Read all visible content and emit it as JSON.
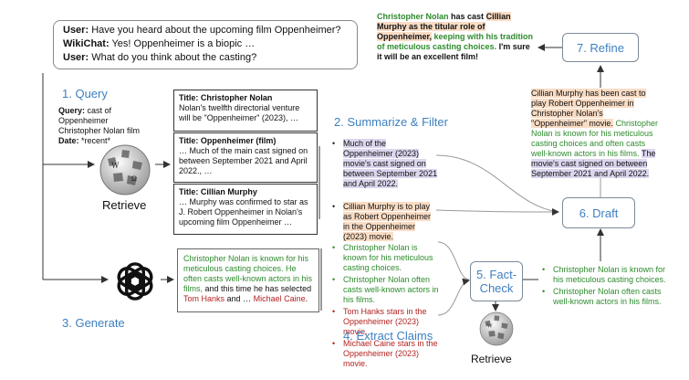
{
  "dialogue": [
    {
      "speaker": "User:",
      "text": "Have you heard about the upcoming film Oppenheimer?"
    },
    {
      "speaker": "WikiChat:",
      "text": "Yes! Oppenheimer is a biopic …"
    },
    {
      "speaker": "User:",
      "text": "What do you think about the casting?"
    }
  ],
  "steps": {
    "query": "1. Query",
    "summarize": "2. Summarize & Filter",
    "generate": "3. Generate",
    "extract": "4. Extract Claims",
    "factcheck": "5. Fact-Check",
    "draft": "6. Draft",
    "refine": "7. Refine"
  },
  "query": {
    "query_label": "Query:",
    "query_value": "cast of Oppenheimer Christopher Nolan film",
    "date_label": "Date:",
    "date_value": "*recent*"
  },
  "retrieve_label": "Retrieve",
  "retrieve_label2": "Retrieve",
  "docs": [
    {
      "title": "Title: Christopher Nolan",
      "body": "Nolan's twelfth directorial venture will be \"Oppenheimer\" (2023), …"
    },
    {
      "title": "Title: Oppenheimer (film)",
      "body": "… Much of the main cast signed on between September 2021 and April 2022., …"
    },
    {
      "title": "Title: Cillian Murphy",
      "body": "… Murphy was confirmed to star as J. Robert Oppenheimer in Nolan's upcoming film Oppenheimer …"
    }
  ],
  "summaries": [
    "Much of the Oppenheimer (2023) movie's cast signed on between September 2021 and April 2022.",
    "Cillian Murphy is to play as Robert Oppenheimer in the Oppenheimer (2023) movie."
  ],
  "generated": {
    "part1": "Christopher Nolan is known for his meticulous casting choices. He often casts well-known actors in his films,",
    "part2": "and this time he has selected",
    "actor1": "Tom Hanks",
    "part3": "and …",
    "actor2": "Michael Caine",
    "part4": "."
  },
  "claims": [
    {
      "text": "Christopher Nolan is known for his meticulous casting choices.",
      "verdict": "supported"
    },
    {
      "text": "Christopher Nolan often casts well-known actors in his films.",
      "verdict": "supported"
    },
    {
      "text": "Tom Hanks stars in the Oppenheimer (2023) movie.",
      "verdict": "unsupported"
    },
    {
      "text": "Michael Caine stars in the Oppenheimer (2023) movie.",
      "verdict": "unsupported"
    }
  ],
  "verified": [
    "Christopher Nolan is known for his meticulous casting choices.",
    "Christopher Nolan often casts well-known actors in his films."
  ],
  "draft": {
    "orange": "Cillian Murphy has been cast to play Robert Oppenheimer in Christopher Nolan's \"Oppenheimer\" movie.",
    "green": "Christopher Nolan is known for his meticulous casting choices and often casts well-known actors in his films.",
    "purple": "The movie's cast signed on between September 2021 and April 2022."
  },
  "refined": {
    "p1": "Christopher Nolan",
    "p2": "has cast",
    "p3": "Cillian Murphy as the titular role of Oppenheimer,",
    "p4": "keeping with his tradition of meticulous casting choices.",
    "p5": "I'm sure it will be an excellent film!"
  },
  "colors": {
    "step_blue": "#3d7fc1",
    "green": "#2e8b2e",
    "red": "#b22222",
    "highlight_purple": "#dcd6ee",
    "highlight_orange": "#f9dcc4"
  }
}
